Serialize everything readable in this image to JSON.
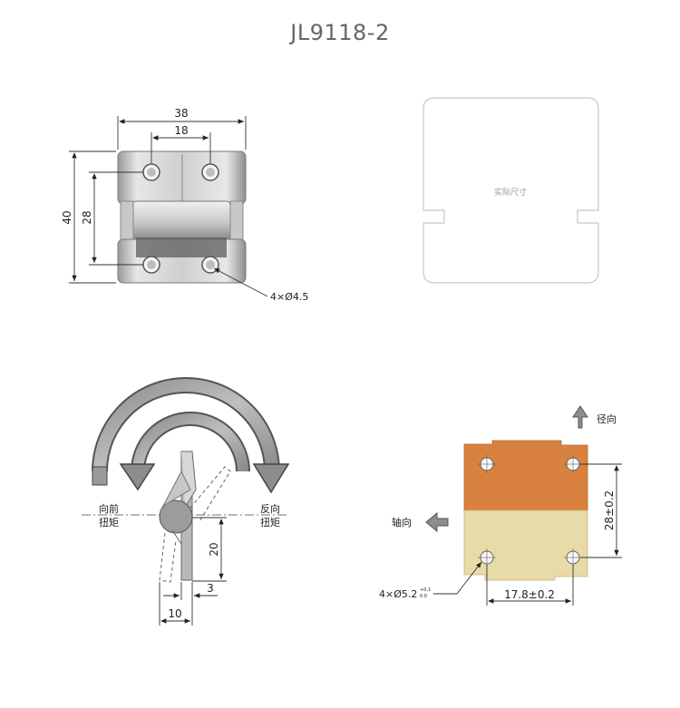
{
  "title": "JL9118-2",
  "front_view": {
    "dim_width_outer": "38",
    "dim_width_inner": "18",
    "dim_height_outer": "40",
    "dim_height_inner": "28",
    "hole_callout": "4×Ø4.5"
  },
  "actual_size_view": {
    "label": "实际尺寸"
  },
  "torque_view": {
    "left_label_line1": "向前",
    "left_label_line2": "扭矩",
    "right_label_line1": "反向",
    "right_label_line2": "扭矩",
    "dim_height": "20",
    "dim_small": "3",
    "dim_width": "10"
  },
  "mount_view": {
    "radial_label": "径向",
    "axial_label": "轴向",
    "dim_vertical": "28±0.2",
    "dim_horizontal": "17.8±0.2",
    "hole_callout": "4×Ø5.2",
    "tol_upper": "+0.1",
    "tol_lower": "0.0",
    "colors": {
      "top_plate": "#d9823f",
      "bottom_plate": "#e9dba8"
    }
  }
}
